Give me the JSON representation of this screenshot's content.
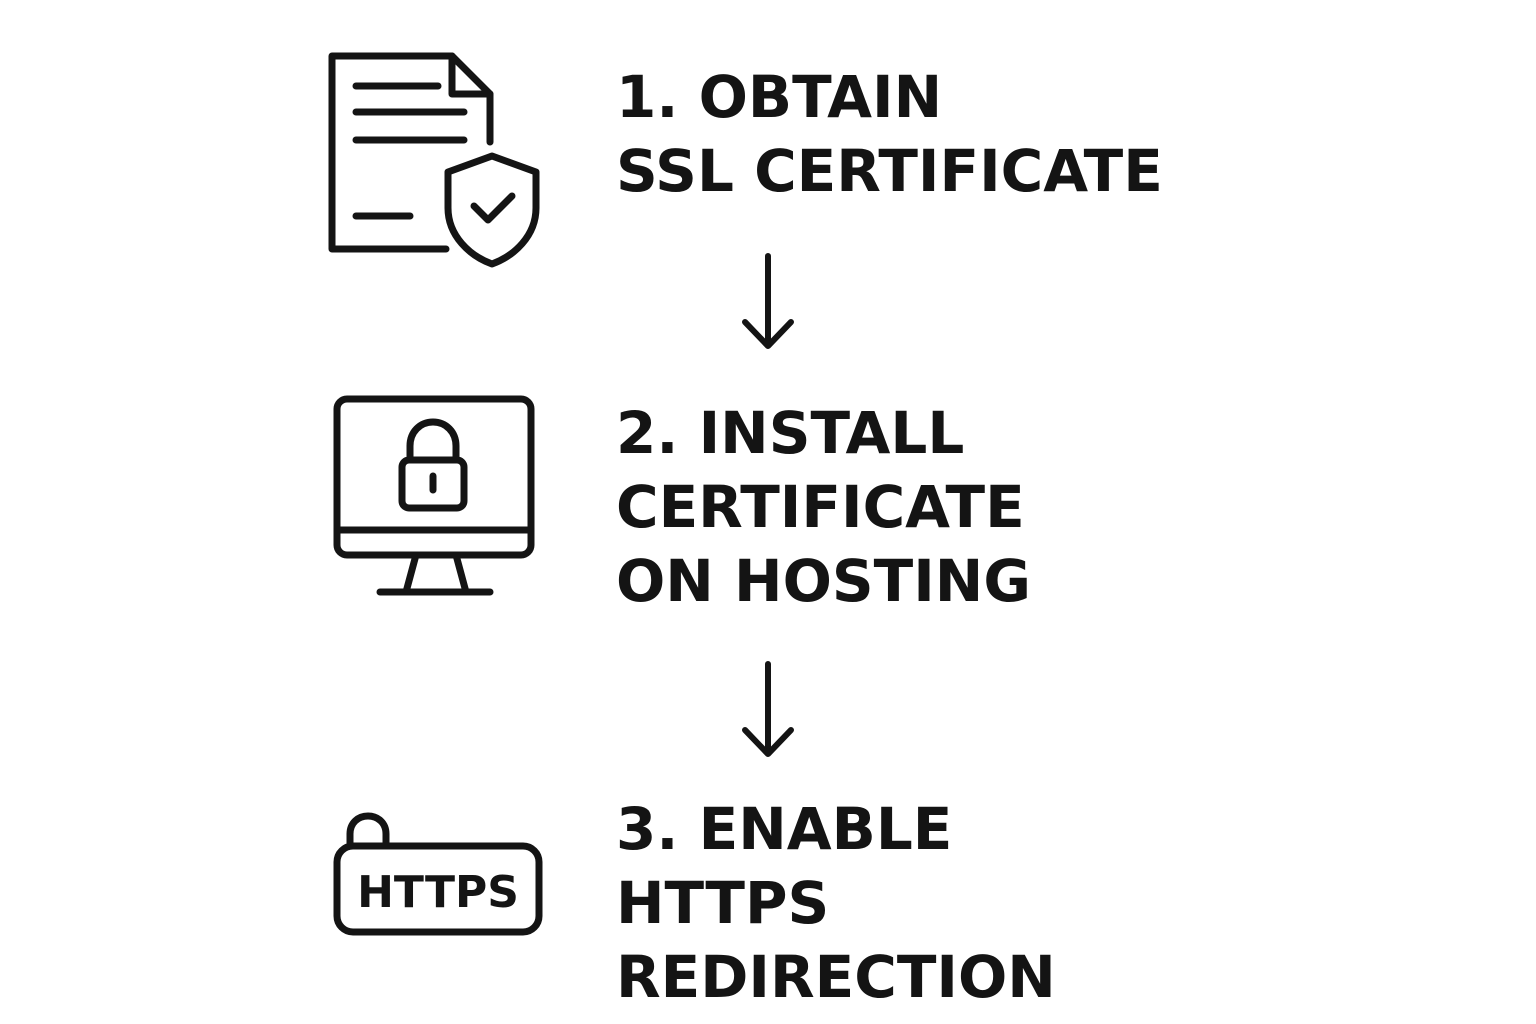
{
  "diagram": {
    "steps": [
      {
        "icon": "document-shield-check-icon",
        "lines": [
          "1. OBTAIN",
          "SSL CERTIFICATE"
        ]
      },
      {
        "icon": "monitor-padlock-icon",
        "lines": [
          "2. INSTALL",
          "CERTIFICATE",
          "ON HOSTING"
        ]
      },
      {
        "icon": "https-padlock-badge-icon",
        "badge_text": "HTTPS",
        "lines": [
          "3. ENABLE",
          "HTTPS",
          "REDIRECTION"
        ]
      }
    ],
    "connectors": [
      "down-arrow-icon",
      "down-arrow-icon"
    ],
    "colors": {
      "background": "#ffffff",
      "ink": "#141414"
    }
  }
}
